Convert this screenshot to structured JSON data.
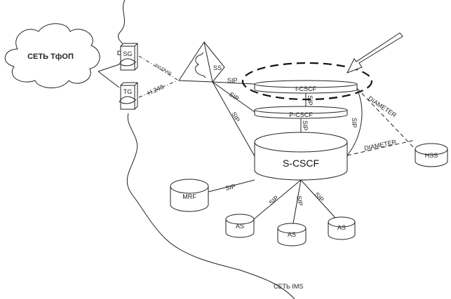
{
  "nodes": {
    "pstn": "СЕТЬ ТфОП",
    "sg": "SG",
    "tg": "TG",
    "ss": "SS",
    "icscf": "I-CSCF",
    "pcscf": "P-CSCF",
    "scscf": "S-CSCF",
    "mrf": "MRF",
    "hss": "HSS",
    "as1": "AS",
    "as2": "AS",
    "as3": "AS"
  },
  "links": {
    "sigtran": "SIGTRAN",
    "h248": "H.248",
    "sip": "SIP",
    "diameter": "DIAMETER"
  },
  "ims_label": "СЕТЬ IMS"
}
